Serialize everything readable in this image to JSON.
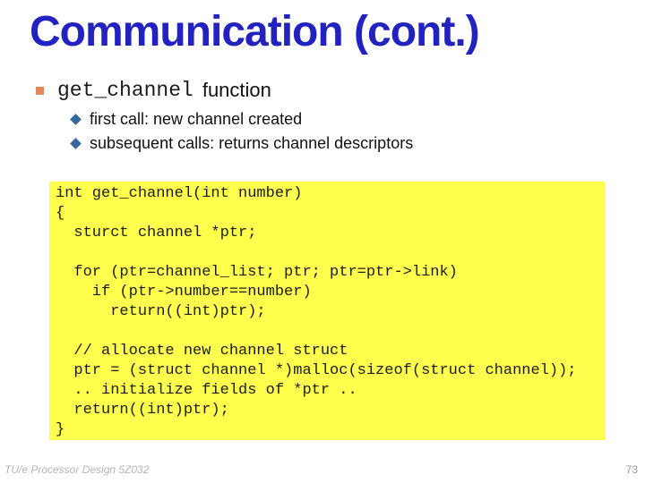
{
  "slide": {
    "title": "Communication (cont.)",
    "bullet": {
      "code_part": "get_channel",
      "text_part": "function"
    },
    "sub_bullets": [
      "first call: new channel created",
      "subsequent calls: returns channel descriptors"
    ],
    "code": {
      "lines": [
        "int get_channel(int number)",
        "{",
        "  sturct channel *ptr;",
        "",
        "  for (ptr=channel_list; ptr; ptr=ptr->link)",
        "    if (ptr->number==number)",
        "      return((int)ptr);",
        "",
        "  // allocate new channel struct",
        "  ptr = (struct channel *)malloc(sizeof(struct channel));",
        "  .. initialize fields of *ptr ..",
        "  return((int)ptr);",
        "}"
      ]
    },
    "footer": {
      "course": "TU/e Processor Design 5Z032",
      "page": "73"
    },
    "colors": {
      "title_blue": "#2222c0",
      "bullet_square_salmon": "#e0885e",
      "sub_bullet_diamond_blue": "#34689d",
      "code_background_yellow": "#ffff4d",
      "footer_gray": "#b5b5b5"
    }
  }
}
